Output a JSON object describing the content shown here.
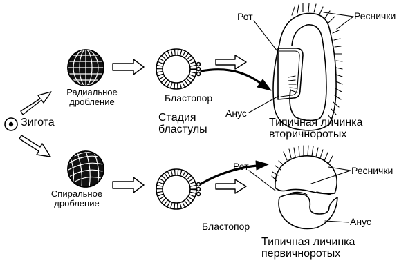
{
  "labels": {
    "zygote": "Зигота",
    "radial_1": "Радиальное",
    "radial_2": "дробление",
    "spiral_1": "Спиральное",
    "spiral_2": "дробление",
    "blastopore_top": "Бластопор",
    "blastula_1": "Стадия",
    "blastula_2": "бластулы",
    "anus_top": "Анус",
    "mouth_top": "Рот",
    "cilia_top": "Реснички",
    "deut_1": "Типичная личинка",
    "deut_2": "вторичноротых",
    "mouth_bottom": "Рот",
    "cilia_bottom": "Реснички",
    "anus_bottom": "Анус",
    "blastopore_bottom": "Бластопор",
    "prot_1": "Типичная личинка",
    "prot_2": "первичноротых"
  }
}
